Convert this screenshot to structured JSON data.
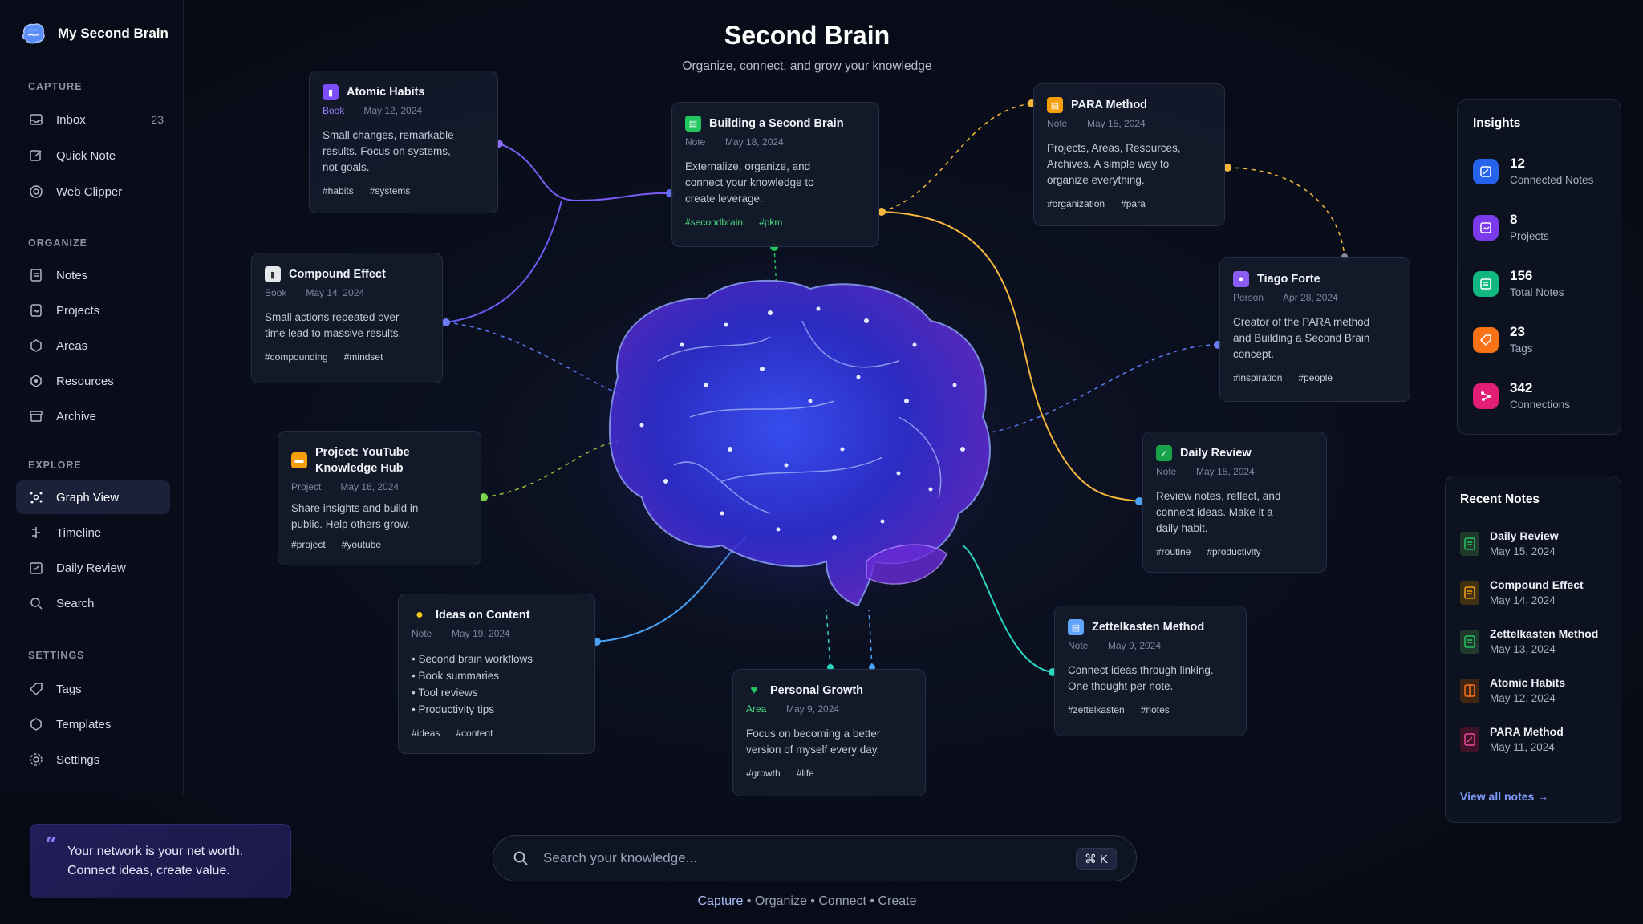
{
  "app": {
    "name": "My Second Brain"
  },
  "sidebar": {
    "sections": [
      {
        "label": "CAPTURE",
        "items": [
          {
            "label": "Inbox",
            "icon": "inbox-icon",
            "badge": "23"
          },
          {
            "label": "Quick Note",
            "icon": "edit-icon"
          },
          {
            "label": "Web Clipper",
            "icon": "clipper-icon"
          }
        ]
      },
      {
        "label": "ORGANIZE",
        "items": [
          {
            "label": "Notes",
            "icon": "notes-icon"
          },
          {
            "label": "Projects",
            "icon": "projects-icon"
          },
          {
            "label": "Areas",
            "icon": "areas-icon"
          },
          {
            "label": "Resources",
            "icon": "resources-icon"
          },
          {
            "label": "Archive",
            "icon": "archive-icon"
          }
        ]
      },
      {
        "label": "EXPLORE",
        "items": [
          {
            "label": "Graph View",
            "icon": "graph-icon",
            "active": true
          },
          {
            "label": "Timeline",
            "icon": "timeline-icon"
          },
          {
            "label": "Daily Review",
            "icon": "calendar-icon"
          },
          {
            "label": "Search",
            "icon": "search-icon"
          }
        ]
      },
      {
        "label": "SETTINGS",
        "items": [
          {
            "label": "Tags",
            "icon": "tag-icon"
          },
          {
            "label": "Templates",
            "icon": "templates-icon"
          },
          {
            "label": "Settings",
            "icon": "gear-icon"
          }
        ]
      }
    ],
    "quote": {
      "line1": "Your network is your net worth.",
      "line2": "Connect ideas, create value."
    }
  },
  "header": {
    "title": "Second Brain",
    "subtitle": "Organize, connect, and grow your knowledge"
  },
  "notes": {
    "atomic": {
      "title": "Atomic Habits",
      "type": "Book",
      "date": "May 12, 2024",
      "lines": [
        "Small changes, remarkable",
        "results. Focus on systems,",
        "not goals."
      ],
      "tags": [
        "#habits",
        "#systems"
      ],
      "color": "#7c4dff"
    },
    "building": {
      "title": "Building a Second Brain",
      "type": "Note",
      "date": "May 18, 2024",
      "lines": [
        "Externalize, organize, and",
        "connect your knowledge to",
        "create leverage."
      ],
      "tags": [
        "#secondbrain",
        "#pkm"
      ],
      "color": "#22c55e"
    },
    "para": {
      "title": "PARA Method",
      "type": "Note",
      "date": "May 15, 2024",
      "lines": [
        "Projects, Areas, Resources,",
        "Archives. A simple way to",
        "organize everything."
      ],
      "tags": [
        "#organization",
        "#para"
      ],
      "color": "#f59e0b"
    },
    "compound": {
      "title": "Compound Effect",
      "type": "Book",
      "date": "May 14, 2024",
      "lines": [
        "Small actions repeated over",
        "time lead to massive results."
      ],
      "tags": [
        "#compounding",
        "#mindset"
      ],
      "color": "#e5e7eb"
    },
    "tiago": {
      "title": "Tiago Forte",
      "type": "Person",
      "date": "Apr 28, 2024",
      "lines": [
        "Creator of the PARA method",
        "and Building a Second Brain",
        "concept."
      ],
      "tags": [
        "#inspiration",
        "#people"
      ],
      "color": "#8b5cf6"
    },
    "youtube": {
      "title1": "Project: YouTube",
      "title2": "Knowledge Hub",
      "type": "Project",
      "date": "May 16, 2024",
      "lines": [
        "Share insights and build in",
        "public. Help others grow."
      ],
      "tags": [
        "#project",
        "#youtube"
      ],
      "color": "#f59e0b"
    },
    "daily": {
      "title": "Daily Review",
      "type": "Note",
      "date": "May 15, 2024",
      "lines": [
        "Review notes, reflect, and",
        "connect ideas. Make it a",
        "daily habit."
      ],
      "tags": [
        "#routine",
        "#productivity"
      ],
      "color": "#22c55e"
    },
    "ideas": {
      "title": "Ideas on Content",
      "type": "Note",
      "date": "May 19, 2024",
      "bullets": [
        "Second brain workflows",
        "Book summaries",
        "Tool reviews",
        "Productivity tips"
      ],
      "tags": [
        "#ideas",
        "#content"
      ],
      "color": "#facc15"
    },
    "growth": {
      "title": "Personal Growth",
      "type": "Area",
      "date": "May 9, 2024",
      "lines": [
        "Focus on becoming a better",
        "version of myself every day."
      ],
      "tags": [
        "#growth",
        "#life"
      ],
      "color": "#22c55e"
    },
    "zettel": {
      "title": "Zettelkasten Method",
      "type": "Note",
      "date": "May 9, 2024",
      "lines": [
        "Connect ideas through linking.",
        "One thought per note."
      ],
      "tags": [
        "#zettelkasten",
        "#notes"
      ],
      "color": "#60a5fa"
    }
  },
  "insights": {
    "title": "Insights",
    "items": [
      {
        "value": "12",
        "label": "Connected Notes",
        "color": "#3b82f6",
        "icon": "link-icon"
      },
      {
        "value": "8",
        "label": "Projects",
        "color": "#7c3aed",
        "icon": "projects-icon"
      },
      {
        "value": "156",
        "label": "Total Notes",
        "color": "#10b981",
        "icon": "notes-icon"
      },
      {
        "value": "23",
        "label": "Tags",
        "color": "#f97316",
        "icon": "tag-icon"
      },
      {
        "value": "342",
        "label": "Connections",
        "color": "#e11d74",
        "icon": "connections-icon"
      }
    ]
  },
  "recent": {
    "title": "Recent Notes",
    "items": [
      {
        "title": "Daily Review",
        "date": "May 15, 2024",
        "color": "#22c55e"
      },
      {
        "title": "Compound Effect",
        "date": "May 14, 2024",
        "color": "#f59e0b"
      },
      {
        "title": "Zettelkasten Method",
        "date": "May 13, 2024",
        "color": "#22c55e"
      },
      {
        "title": "Atomic Habits",
        "date": "May 12, 2024",
        "color": "#f97316"
      },
      {
        "title": "PARA Method",
        "date": "May 11, 2024",
        "color": "#ec4899"
      }
    ],
    "view_all": "View all notes →"
  },
  "search": {
    "placeholder": "Search your knowledge...",
    "shortcut": "⌘ K"
  },
  "tagline": {
    "w1": "Capture",
    "sep": "•",
    "w2": "Organize",
    "w3": "Connect",
    "w4": "Create"
  }
}
